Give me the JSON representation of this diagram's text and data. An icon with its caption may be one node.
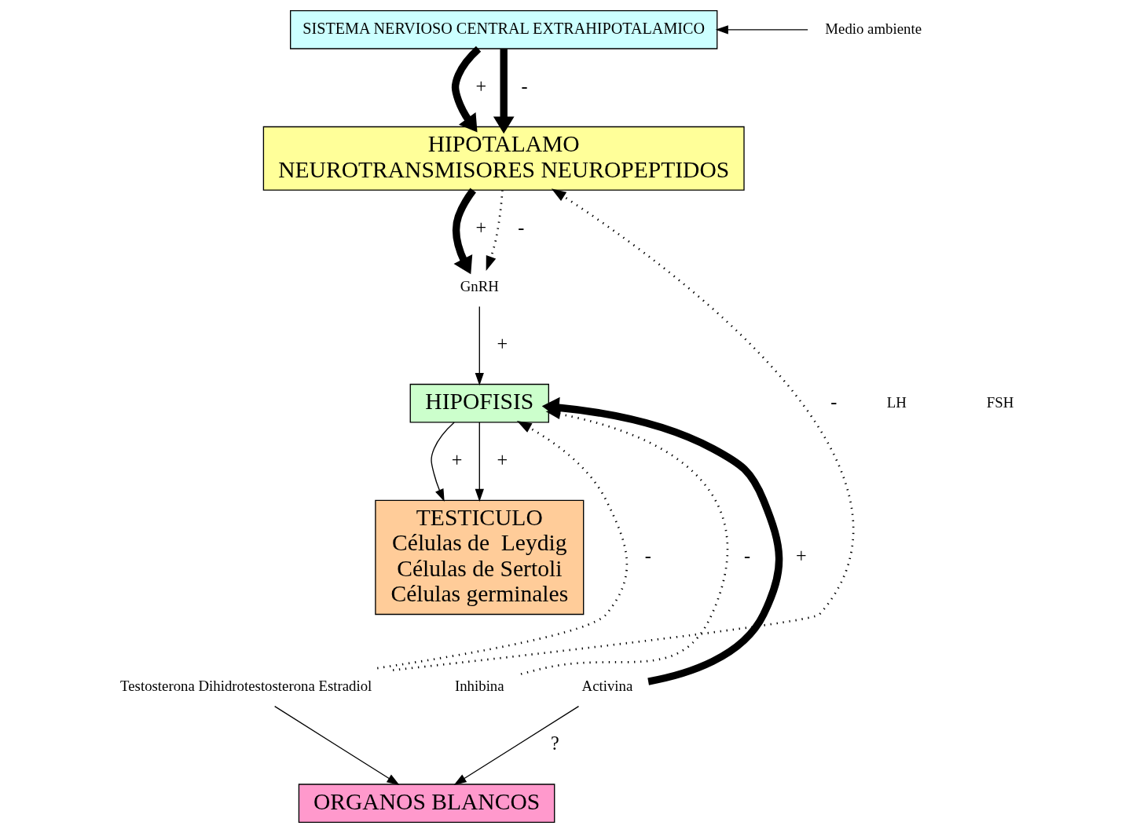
{
  "diagram": {
    "nodes": [
      {
        "text": [
          "SISTEMA NERVIOSO CENTRAL EXTRAHIPOTALAMICO"
        ]
      },
      {
        "text": [
          "Medio ambiente"
        ]
      },
      {
        "text": [
          "HIPOTALAMO",
          "NEUROTRANSMISORES NEUROPEPTIDOS"
        ]
      },
      {
        "text": [
          "GnRH"
        ]
      },
      {
        "text": [
          "HIPOFISIS"
        ]
      },
      {
        "text": [
          "TESTICULO",
          "Células de  Leydig",
          "Células de Sertoli",
          "Células germinales"
        ]
      },
      {
        "text": [
          "Testosterona Dihidrotestosterona Estradiol"
        ]
      },
      {
        "text": [
          "Inhibina"
        ]
      },
      {
        "text": [
          "Activina"
        ]
      },
      {
        "text": [
          "ORGANOS BLANCOS"
        ]
      }
    ],
    "edges": [
      {
        "from": 1,
        "to": 0,
        "arrow": "to"
      },
      {
        "from": 0,
        "to": 2,
        "arrow": "to",
        "label": "+",
        "style": "thick"
      },
      {
        "from": 0,
        "to": 2,
        "arrow": "to",
        "label": "-",
        "style": "thick"
      },
      {
        "from": 2,
        "to": 3,
        "arrow": "to",
        "label": "+",
        "style": "thick"
      },
      {
        "from": 2,
        "to": 3,
        "arrow": "to",
        "label": "-",
        "style": "dashed"
      },
      {
        "from": 3,
        "to": 4,
        "arrow": "to",
        "label": "+"
      },
      {
        "from": 4,
        "to": 5,
        "arrow": "to",
        "label": "+"
      },
      {
        "from": 4,
        "to": 5,
        "arrow": "to",
        "label": "+"
      },
      {
        "from": 6,
        "to": 2,
        "arrow": "to",
        "label": "-",
        "style": "dashed"
      },
      {
        "from": 6,
        "to": 4,
        "arrow": "to",
        "label": "-",
        "style": "dashed"
      },
      {
        "from": 7,
        "to": 4,
        "arrow": "to",
        "label": "-",
        "style": "dashed"
      },
      {
        "from": 8,
        "to": 4,
        "arrow": "to",
        "label": "+",
        "style": "thick"
      },
      {
        "from": 6,
        "to": 9,
        "arrow": "to"
      },
      {
        "from": 8,
        "to": 9,
        "arrow": "to",
        "label": "?"
      }
    ],
    "labels": [
      "LH",
      "FSH"
    ]
  }
}
